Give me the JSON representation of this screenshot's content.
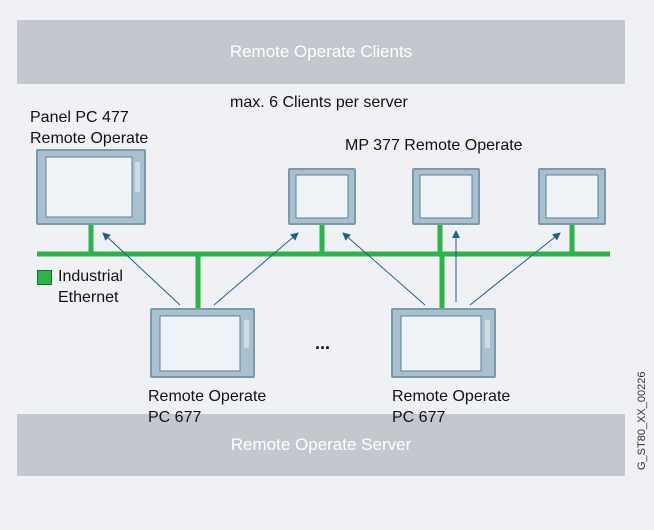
{
  "bands": {
    "top": "Remote Operate Clients",
    "bottom": "Remote Operate Server"
  },
  "labels": {
    "max_clients": "max. 6 Clients per server",
    "panel_pc_line1": "Panel PC 477",
    "panel_pc_line2": "Remote Operate",
    "mp377": "MP 377 Remote Operate",
    "legend_line1": "Industrial",
    "legend_line2": "Ethernet",
    "ellipsis": "...",
    "server1_line1": "Remote Operate",
    "server1_line2": "PC 677",
    "server2_line1": "Remote Operate",
    "server2_line2": "PC 677",
    "side_code": "G_ST80_XX_00226"
  },
  "colors": {
    "background": "#f0f1f4",
    "band": "#c3c8cf",
    "ethernet": "#2eb34a",
    "arrow": "#1f5f8a",
    "device_frame": "#7a9aac",
    "device_screen": "#eef4f8"
  }
}
